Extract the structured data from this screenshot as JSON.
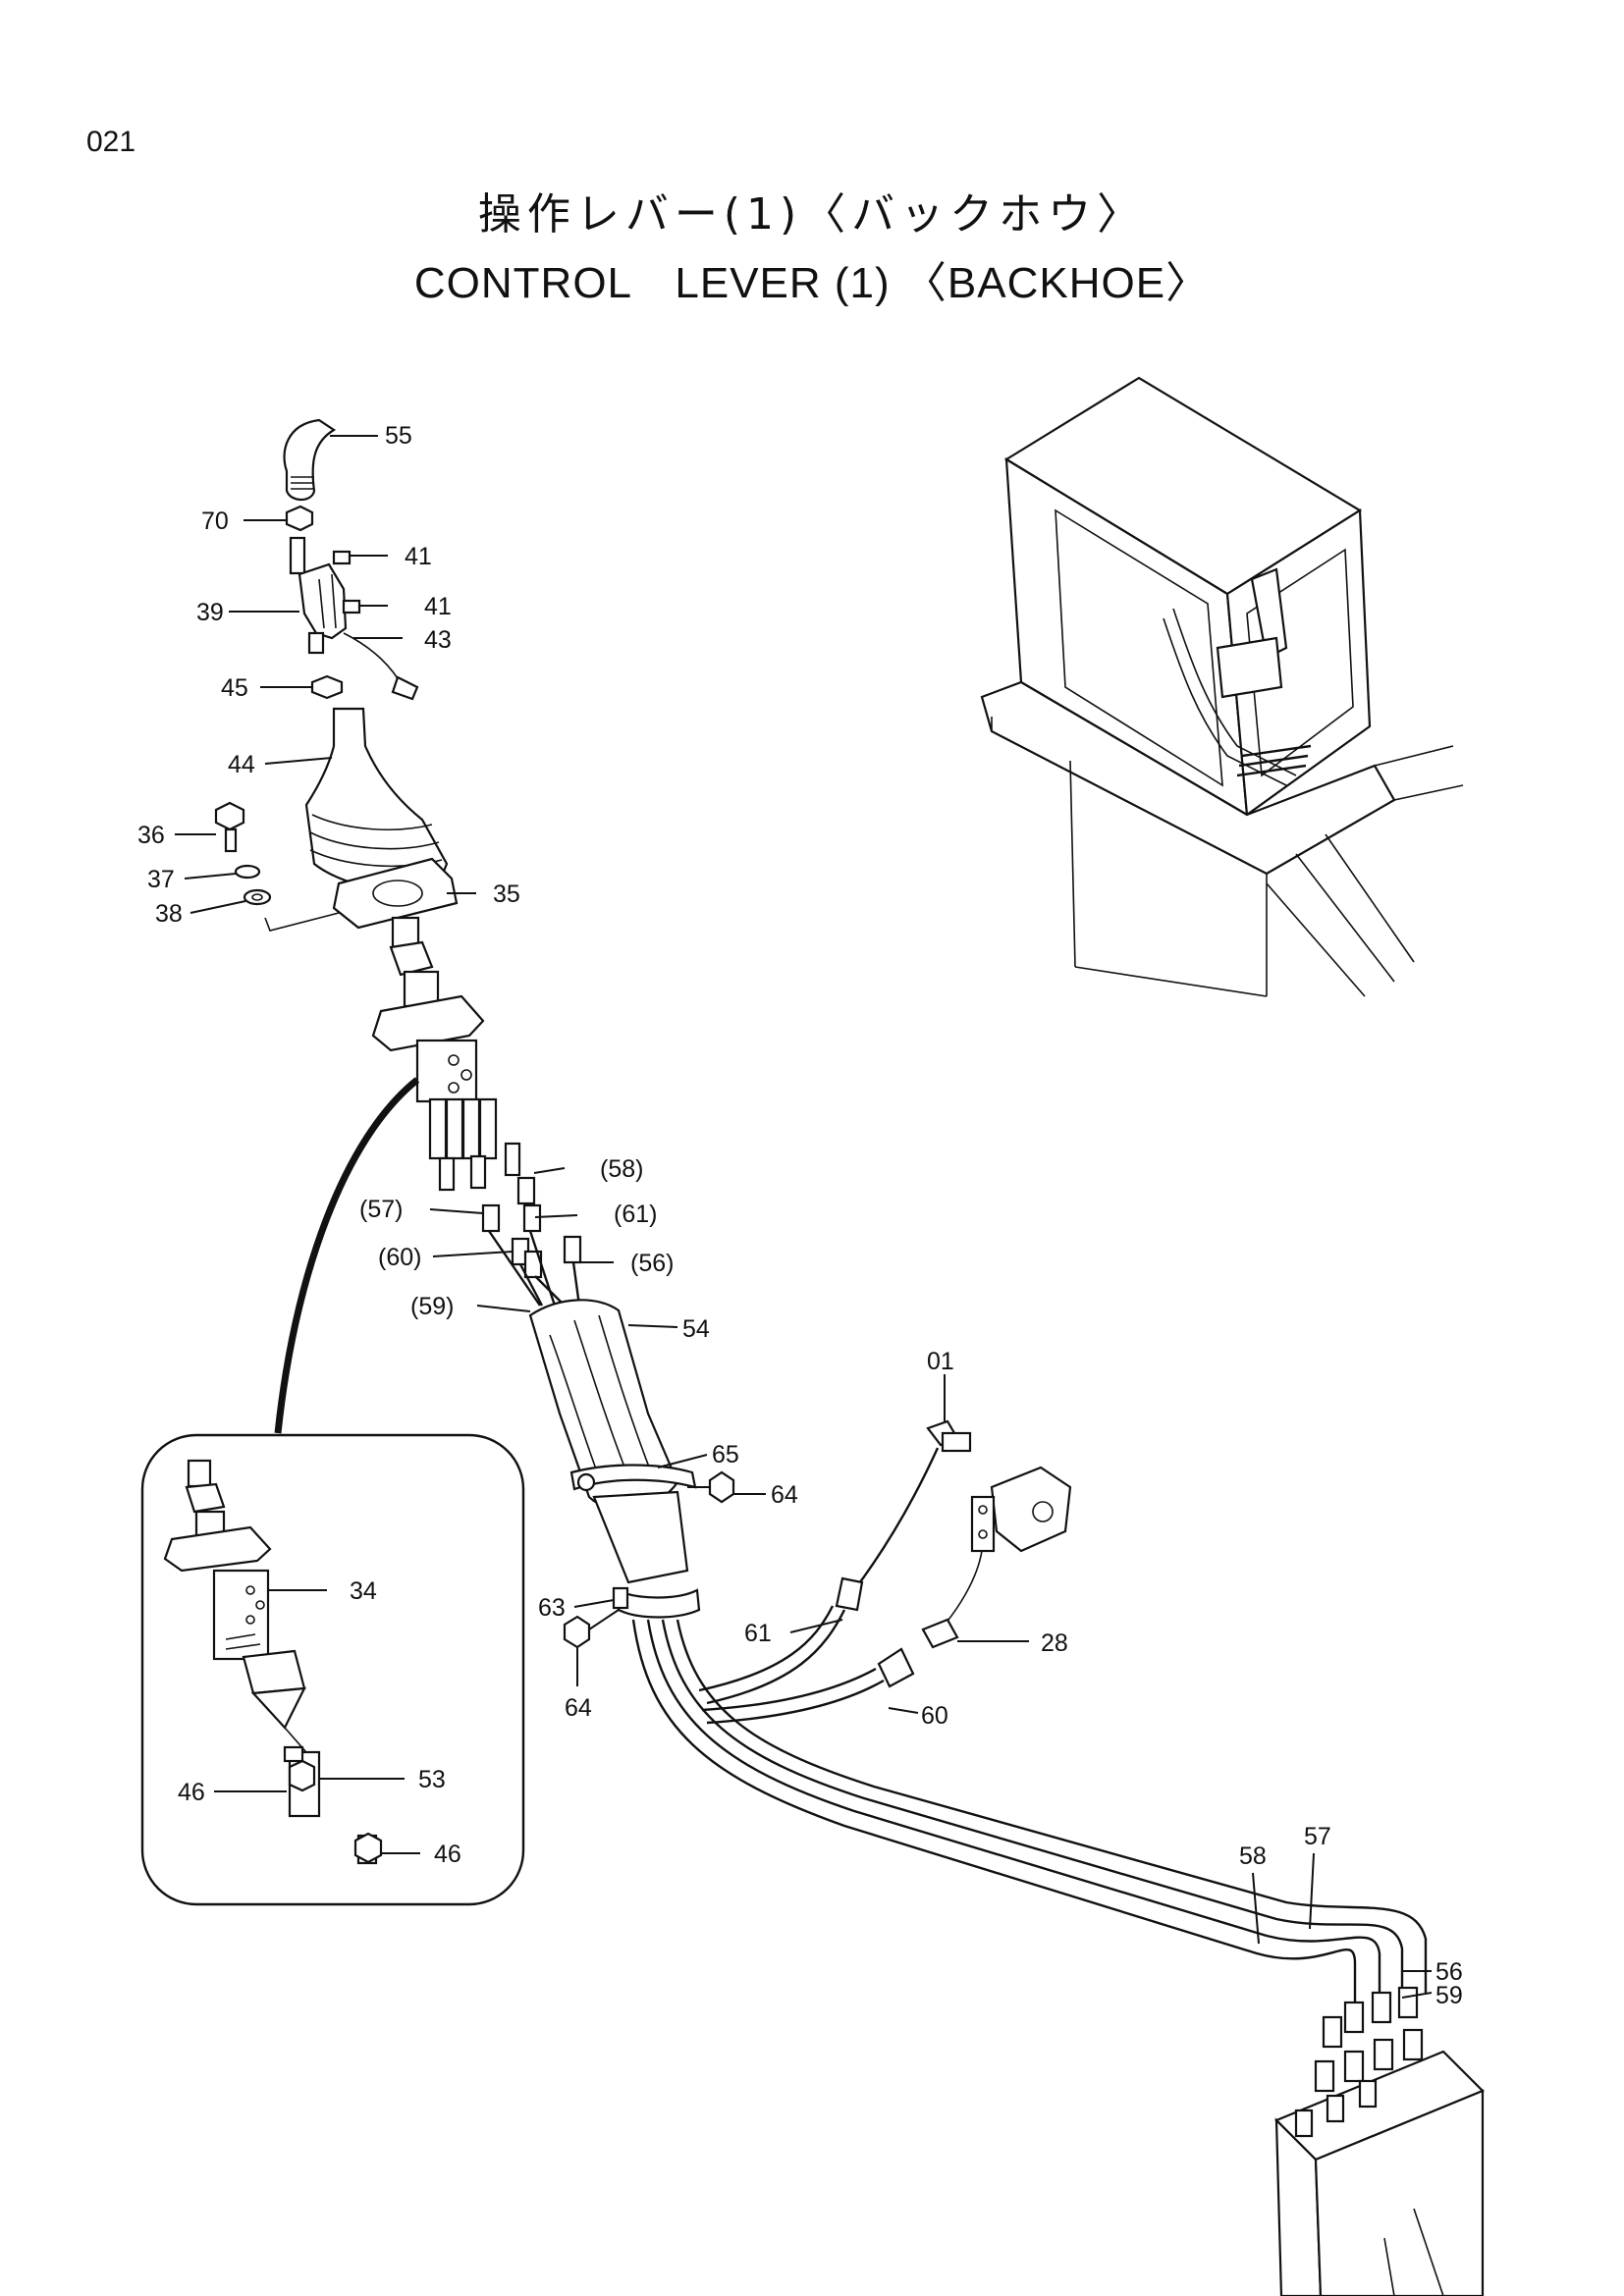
{
  "page_number": "021",
  "title_ja": "操作レバー(1)〈バックホウ〉",
  "title_en": "CONTROL　LEVER (1) 〈BACKHOE〉",
  "labels": {
    "p55": "55",
    "p70": "70",
    "p41a": "41",
    "p39": "39",
    "p41b": "41",
    "p43": "43",
    "p45": "45",
    "p44": "44",
    "p36": "36",
    "p37": "37",
    "p35": "35",
    "p38": "38",
    "p58r": "(58)",
    "p57r": "(57)",
    "p61r": "(61)",
    "p60r": "(60)",
    "p56r": "(56)",
    "p59r": "(59)",
    "p54": "54",
    "p01": "01",
    "p65": "65",
    "p64a": "64",
    "p34": "34",
    "p63": "63",
    "p61": "61",
    "p28": "28",
    "p64b": "64",
    "p60": "60",
    "p53": "53",
    "p46a": "46",
    "p46b": "46",
    "p58": "58",
    "p57": "57",
    "p56": "56",
    "p59": "59"
  }
}
